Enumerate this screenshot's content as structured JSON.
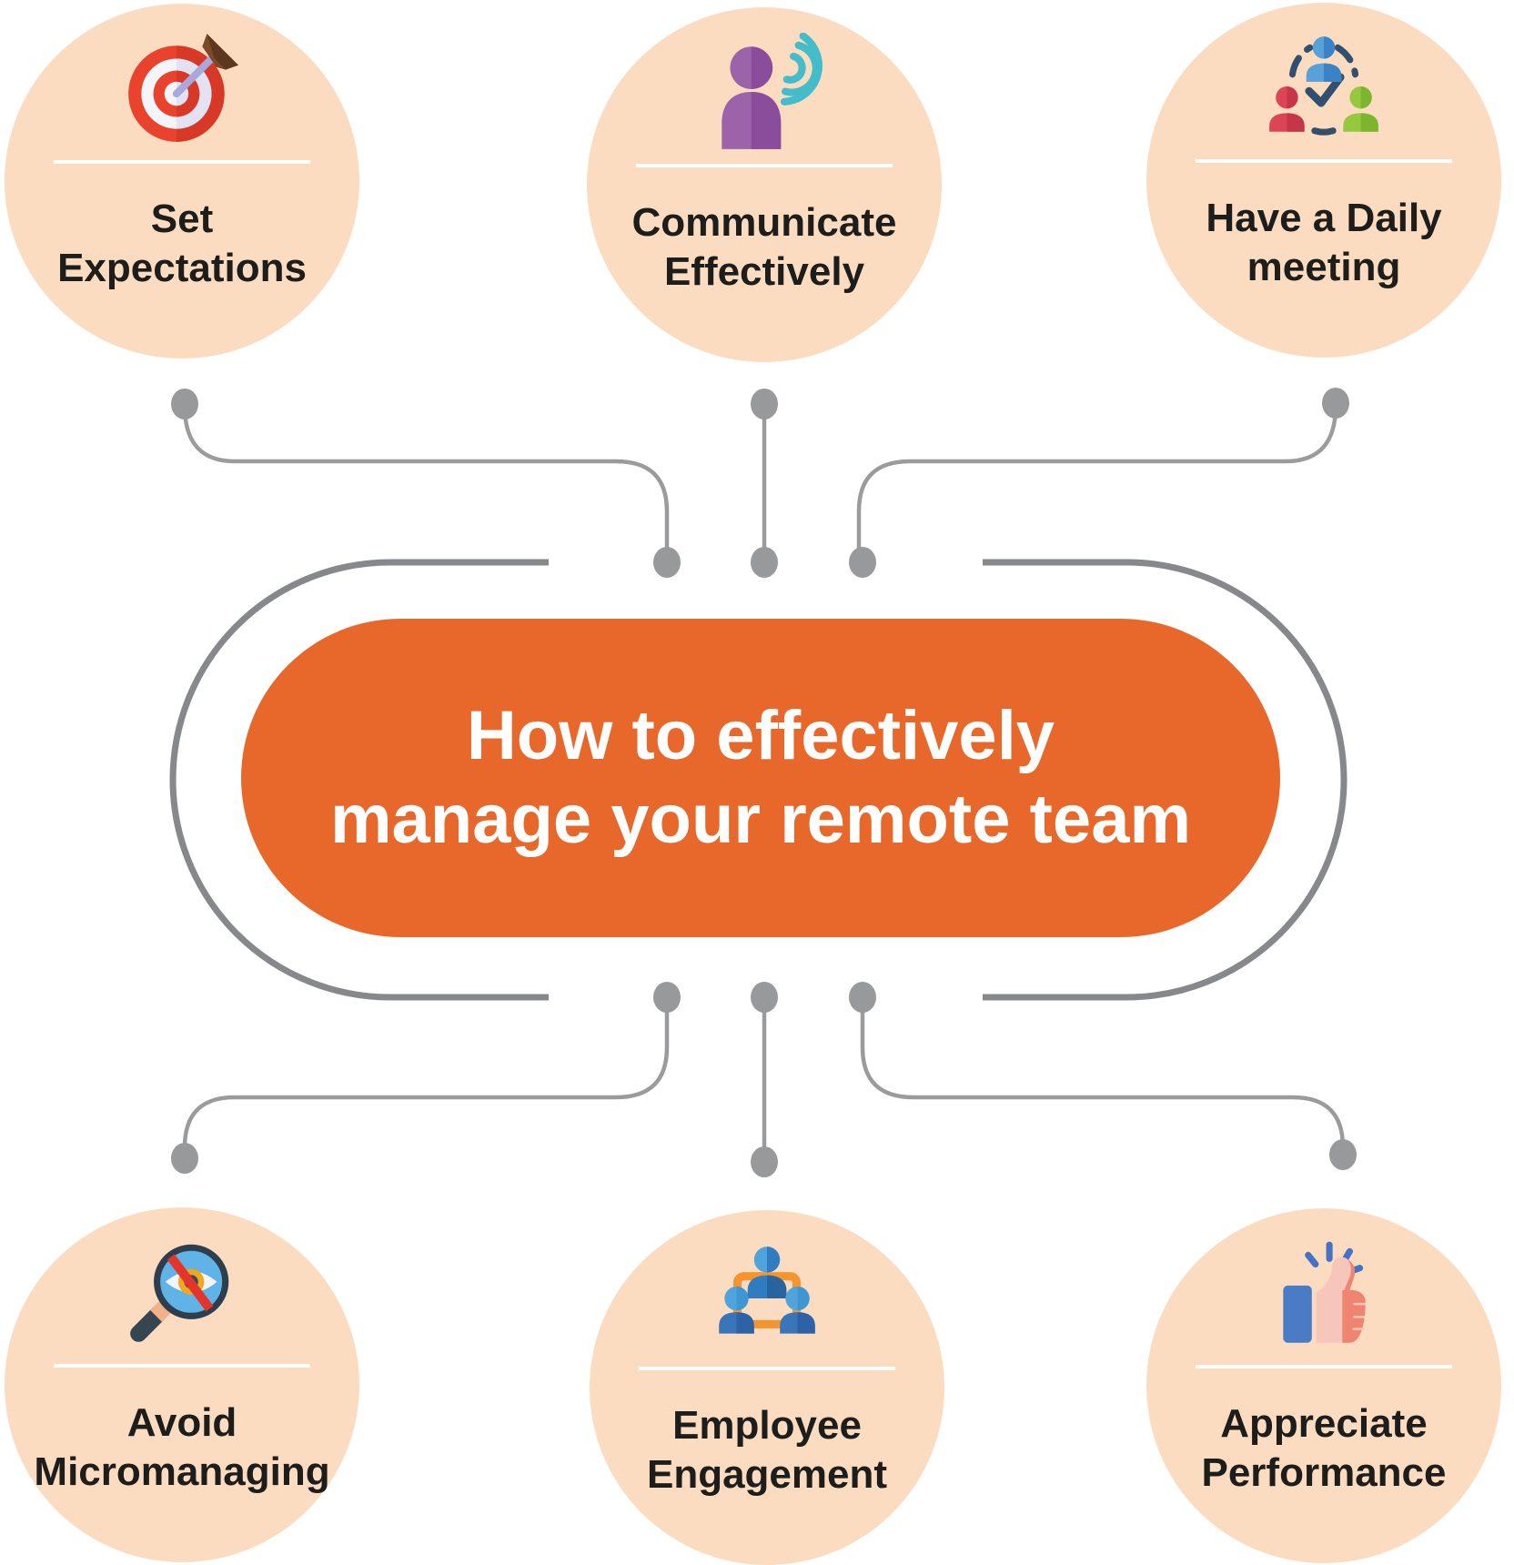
{
  "center": {
    "title_line1": "How to effectively",
    "title_line2": "manage your remote team"
  },
  "nodes": [
    {
      "id": "set-expectations",
      "position": "top-left",
      "icon": "target-icon",
      "line1": "Set",
      "line2": "Expectations"
    },
    {
      "id": "communicate-effectively",
      "position": "top-middle",
      "icon": "speaking-person-icon",
      "line1": "Communicate",
      "line2": "Effectively"
    },
    {
      "id": "have-a-daily-meeting",
      "position": "top-right",
      "icon": "daily-meeting-icon",
      "line1": "Have a Daily",
      "line2": "meeting"
    },
    {
      "id": "avoid-micromanaging",
      "position": "bottom-left",
      "icon": "no-watching-magnifier-icon",
      "line1": "Avoid",
      "line2": "Micromanaging"
    },
    {
      "id": "employee-engagement",
      "position": "bottom-middle",
      "icon": "team-network-icon",
      "line1": "Employee",
      "line2": "Engagement"
    },
    {
      "id": "appreciate-performance",
      "position": "bottom-right",
      "icon": "thumbs-up-icon",
      "line1": "Appreciate",
      "line2": "Performance"
    }
  ],
  "colors": {
    "node_circle_fill": "#FBDCC0",
    "center_pill_fill": "#E8682B",
    "bracket_gray": "#87888B",
    "connector_gray": "#9A9B9D",
    "dot_gray": "#98999B",
    "title_text": "#FFFFFF",
    "label_text": "#1D1D1B",
    "divider": "#FFFFFF"
  }
}
